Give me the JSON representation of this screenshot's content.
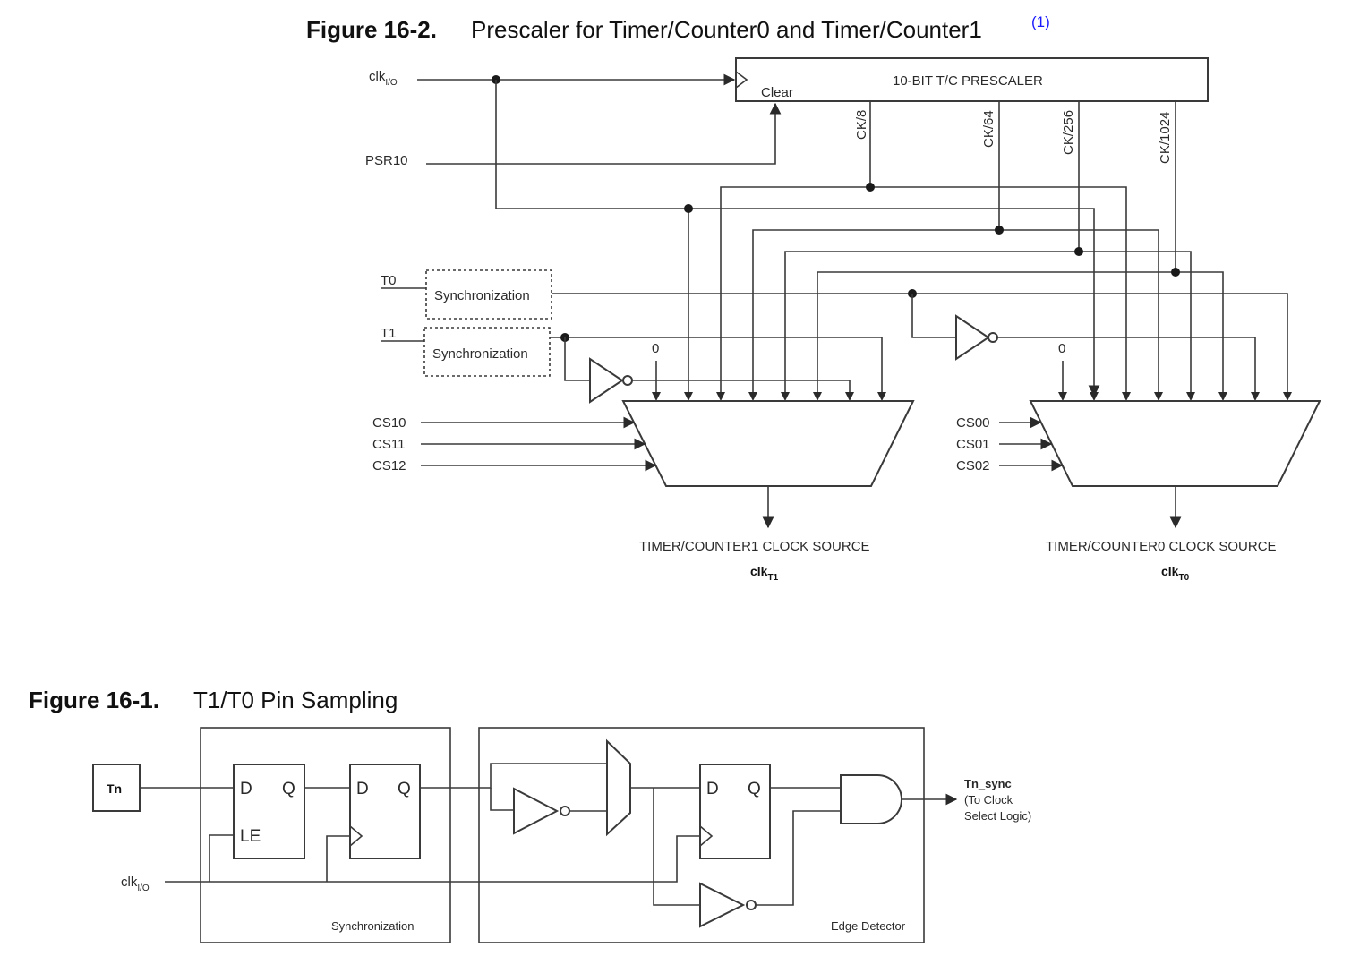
{
  "fig2": {
    "number": "Figure 16-2.",
    "title": "Prescaler for Timer/Counter0 and Timer/Counter1",
    "footnote": "(1)",
    "clk_io": {
      "base": "clk",
      "sub": "I/O"
    },
    "psr10": "PSR10",
    "prescaler_label": "10-BIT T/C PRESCALER",
    "clear": "Clear",
    "taps": [
      "CK/8",
      "CK/64",
      "CK/256",
      "CK/1024"
    ],
    "t0": "T0",
    "t1": "T1",
    "sync": "Synchronization",
    "zero": "0",
    "cs1": [
      "CS10",
      "CS11",
      "CS12"
    ],
    "cs0": [
      "CS00",
      "CS01",
      "CS02"
    ],
    "src1": "TIMER/COUNTER1 CLOCK SOURCE",
    "src0": "TIMER/COUNTER0 CLOCK SOURCE",
    "clkt1": {
      "base": "clk",
      "sub": "T1"
    },
    "clkt0": {
      "base": "clk",
      "sub": "T0"
    }
  },
  "fig1": {
    "number": "Figure 16-1.",
    "title": "T1/T0 Pin Sampling",
    "tn": "Tn",
    "d": "D",
    "q": "Q",
    "le": "LE",
    "clk_io": {
      "base": "clk",
      "sub": "I/O"
    },
    "sync_box": "Synchronization",
    "edge_box": "Edge Detector",
    "out": [
      "Tn_sync",
      "(To Clock",
      "Select Logic)"
    ]
  },
  "colors": {
    "line": "#3a3a3a",
    "footnote_link": "#1a1aff"
  }
}
